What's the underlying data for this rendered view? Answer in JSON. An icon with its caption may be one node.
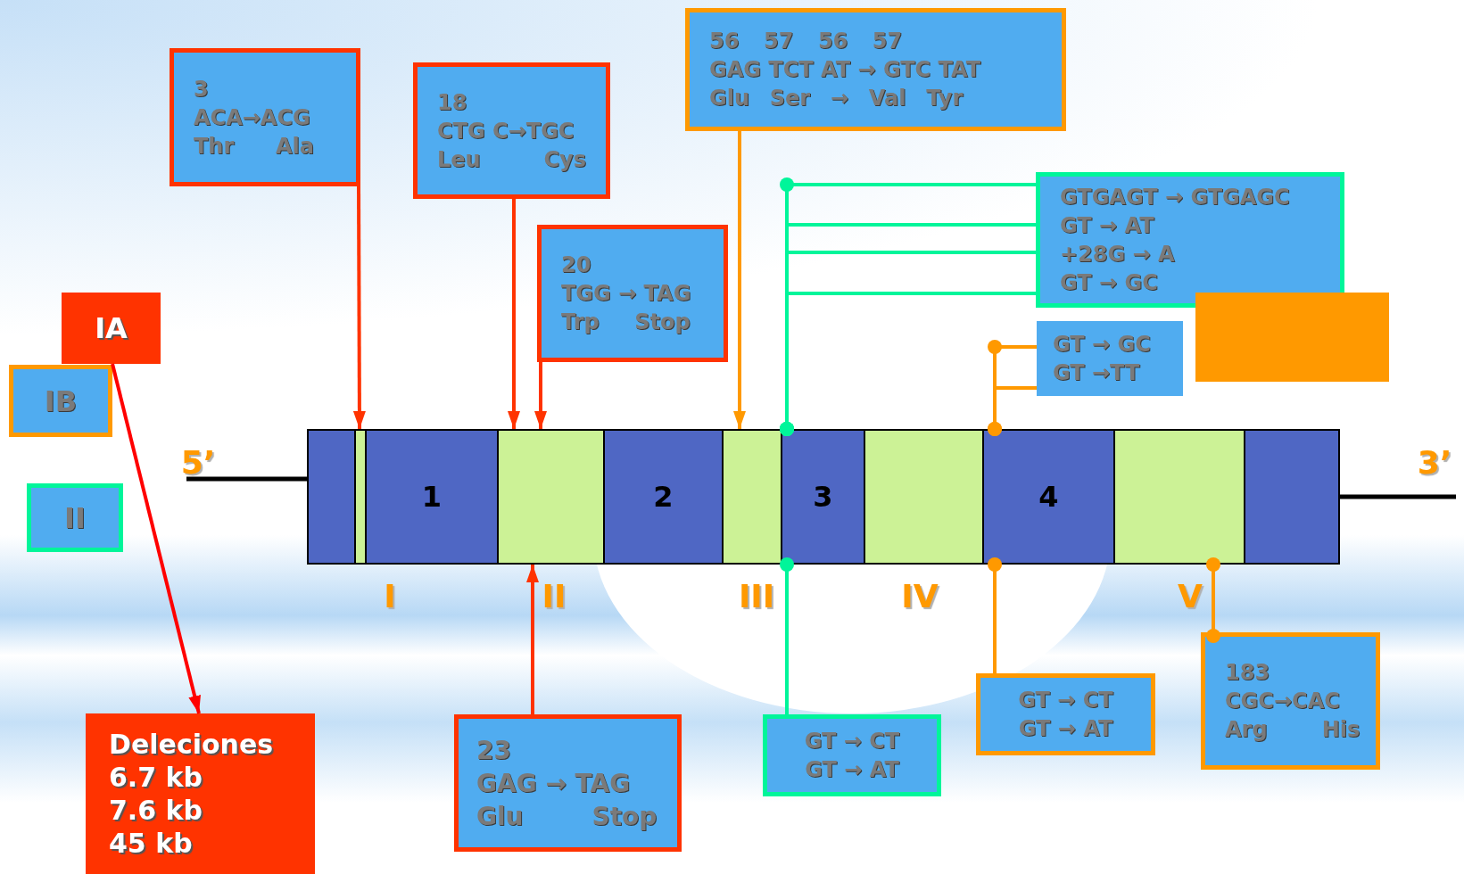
{
  "diagram": {
    "nodes": [
      {
        "text": [
          "IA"
        ]
      },
      {
        "text": [
          "IB"
        ]
      },
      {
        "text": [
          "II"
        ]
      },
      {
        "text": [
          "3",
          "ACA→ACG",
          "Thr Ala"
        ]
      },
      {
        "text": [
          "18",
          "CTG C→TGC",
          "Leu Cys"
        ]
      },
      {
        "text": [
          "20",
          "TGG → TAG",
          "Trp Stop"
        ]
      },
      {
        "text": [
          "56 57 56 57",
          "GAG TCT AT → GTC TAT",
          "Glu Ser → Val Tyr"
        ]
      },
      {
        "text": [
          "GTGAGT → GTGAGC",
          "GT → AT",
          "+28G → A",
          "GT → GC"
        ]
      },
      {
        "text": [
          "GT → GC",
          "GT →TT"
        ]
      },
      {
        "text": [],
        "shape": "box"
      },
      {
        "text": [],
        "shape": "box"
      },
      {
        "text": [],
        "shape": "box"
      },
      {
        "text": [
          "1"
        ]
      },
      {
        "text": [],
        "shape": "box"
      },
      {
        "text": [
          "2"
        ]
      },
      {
        "text": [],
        "shape": "box"
      },
      {
        "text": [
          "3"
        ]
      },
      {
        "text": [],
        "shape": "box"
      },
      {
        "text": [
          "4"
        ]
      },
      {
        "text": [],
        "shape": "box"
      },
      {
        "text": [],
        "shape": "box"
      },
      {
        "text": [
          "Deleciones",
          "6.7 kb",
          "7.6 kb",
          "45 kb"
        ]
      },
      {
        "text": [
          "23",
          "GAG → TAG",
          "Glu Stop"
        ]
      },
      {
        "text": [
          "GT → CT",
          "GT → AT"
        ]
      },
      {
        "text": [
          "GT → CT",
          "GT → AT"
        ]
      },
      {
        "text": [
          "183",
          "CGC→CAC",
          "Arg His"
        ]
      }
    ],
    "edges": [
      {
        "from": 0,
        "to": 21,
        "arrow": "to",
        "color": "#ff0000"
      },
      {
        "from": 3,
        "to": 11,
        "arrow": "to",
        "color": "#ff3300"
      },
      {
        "from": 4,
        "to": 13,
        "arrow": "to",
        "color": "#ff3300"
      },
      {
        "from": 5,
        "to": 13,
        "arrow": "to",
        "color": "#ff3300"
      },
      {
        "from": 6,
        "to": 15,
        "arrow": "to",
        "color": "#ff9900"
      },
      {
        "from": 7,
        "to": 16,
        "arrow": "other",
        "color": "#00f59a"
      },
      {
        "from": 7,
        "to": 16,
        "arrow": "other",
        "color": "#00f59a"
      },
      {
        "from": 7,
        "to": 16,
        "arrow": "other",
        "color": "#00f59a"
      },
      {
        "from": 7,
        "to": 16,
        "arrow": "other",
        "color": "#00f59a"
      },
      {
        "from": 8,
        "to": 18,
        "arrow": "other",
        "color": "#ff9900"
      },
      {
        "from": 8,
        "to": 18,
        "arrow": "other",
        "color": "#ff9900"
      },
      {
        "from": 22,
        "to": 13,
        "arrow": "to",
        "color": "#ff3300"
      },
      {
        "from": 23,
        "to": 16,
        "arrow": "other",
        "color": "#00f59a"
      },
      {
        "from": 24,
        "to": 18,
        "arrow": "other",
        "color": "#ff9900"
      },
      {
        "from": 25,
        "to": 19,
        "arrow": "other",
        "color": "#ff9900"
      }
    ],
    "labels": [
      "5’",
      "3’",
      "I",
      "II",
      "III",
      "IV",
      "V"
    ]
  }
}
